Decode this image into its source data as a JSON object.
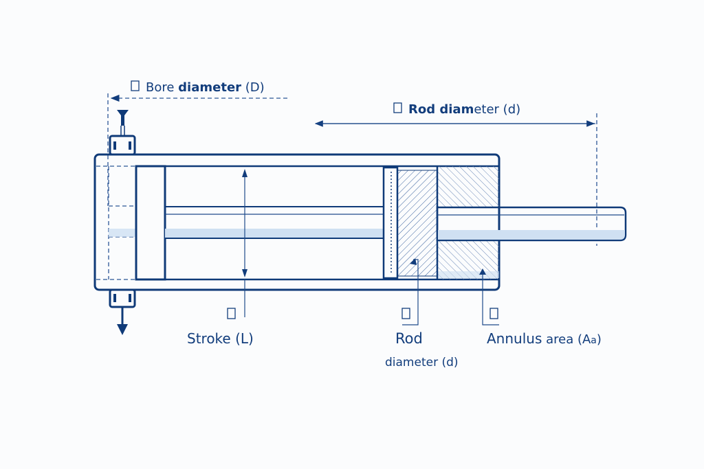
{
  "diagram": {
    "title_labels": {
      "bore": {
        "prefix": "Bore ",
        "bold": "diameter",
        "suffix": " (D)"
      },
      "rod_top": {
        "bold": "Rod diam",
        "suffix": "eter (d)"
      }
    },
    "callouts": {
      "stroke": "Stroke (L)",
      "rod_line1": "Rod",
      "rod_line2": "diameter (d)",
      "annulus_main": "Annulus",
      "annulus_rest": " area (A",
      "annulus_sub": "a",
      "annulus_close": ")"
    },
    "colors": {
      "line": "#0f3a78",
      "fill_light": "#cfe0f2",
      "background": "#fbfcfd"
    }
  }
}
